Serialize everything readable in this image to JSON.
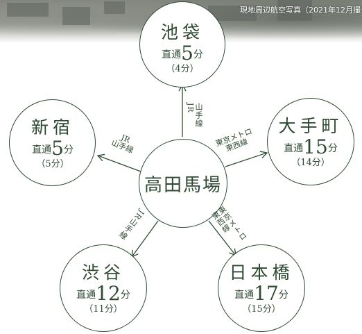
{
  "photo_caption": "現地周辺航空写真（2021年12月撮",
  "hub": {
    "name": "高田馬場"
  },
  "stations": [
    {
      "name": "池袋",
      "prefix": "直通",
      "minutes": "5",
      "unit": "分",
      "alt": "（4分）"
    },
    {
      "name": "新宿",
      "prefix": "直通",
      "minutes": "5",
      "unit": "分",
      "alt": "（5分）"
    },
    {
      "name": "大手町",
      "prefix": "直通",
      "minutes": "15",
      "unit": "分",
      "alt": "（14分）"
    },
    {
      "name": "渋谷",
      "prefix": "直通",
      "minutes": "12",
      "unit": "分",
      "alt": "（11分）"
    },
    {
      "name": "日本橋",
      "prefix": "直通",
      "minutes": "17",
      "unit": "分",
      "alt": "（15分）"
    }
  ],
  "routes": {
    "ikebukuro": "山手線\nJR",
    "shinjuku": "JR\n山手線",
    "otemachi": "東京メトロ\n東西線",
    "shibuya": "JR山手線",
    "nihonbashi": "東京メトロ\n東西線"
  },
  "colors": {
    "line": "#2f4a33",
    "text": "#2f4a33",
    "background": "#ffffff"
  }
}
